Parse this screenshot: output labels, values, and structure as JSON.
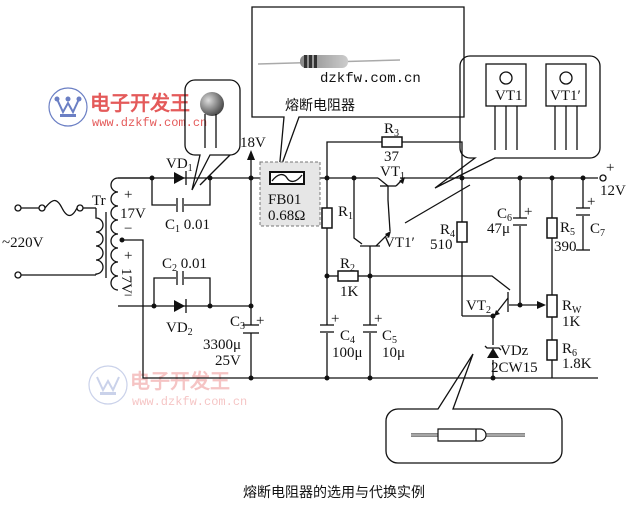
{
  "caption": "熔断电阻器的选用与代换实例",
  "watermark": {
    "brand": "电子开发王",
    "url": "www.dzkfw.com.cn",
    "url_short": "dzkfw.com.cn",
    "brand_color": "#e45a5a",
    "logo_color": "#6b7fc4"
  },
  "callouts": {
    "fuse_resistor_title": "熔断电阻器",
    "transistor_labels": [
      "VT1",
      "VT1′"
    ]
  },
  "labels": {
    "mains": "~220V",
    "transformer": "Tr",
    "winding_upper": "17V",
    "winding_lower": "17V",
    "plus": "+",
    "minus": "−",
    "rail_18v": "18V",
    "output": "12V",
    "fuse_id": "FB01",
    "fuse_value": "0.68Ω"
  },
  "components": [
    {
      "ref": "VD",
      "sub": "1",
      "value": ""
    },
    {
      "ref": "VD",
      "sub": "2",
      "value": ""
    },
    {
      "ref": "C",
      "sub": "1",
      "value": "0.01"
    },
    {
      "ref": "C",
      "sub": "2",
      "value": "0.01"
    },
    {
      "ref": "C",
      "sub": "3",
      "value": "3300μ",
      "value2": "25V"
    },
    {
      "ref": "R",
      "sub": "1",
      "value": ""
    },
    {
      "ref": "R",
      "sub": "2",
      "value": "1K"
    },
    {
      "ref": "R",
      "sub": "3",
      "value": "37"
    },
    {
      "ref": "VT",
      "sub": "1",
      "value": ""
    },
    {
      "ref": "VT1′",
      "sub": "",
      "value": ""
    },
    {
      "ref": "C",
      "sub": "4",
      "value": "100μ"
    },
    {
      "ref": "C",
      "sub": "5",
      "value": "10μ"
    },
    {
      "ref": "R",
      "sub": "4",
      "value": "510"
    },
    {
      "ref": "C",
      "sub": "6",
      "value": "47μ"
    },
    {
      "ref": "R",
      "sub": "5",
      "value": "390"
    },
    {
      "ref": "C",
      "sub": "7",
      "value": ""
    },
    {
      "ref": "VT",
      "sub": "2",
      "value": ""
    },
    {
      "ref": "R",
      "sub": "W",
      "value": "1K"
    },
    {
      "ref": "R",
      "sub": "6",
      "value": "1.8K"
    },
    {
      "ref": "VDz",
      "sub": "",
      "value": "2CW15"
    }
  ]
}
